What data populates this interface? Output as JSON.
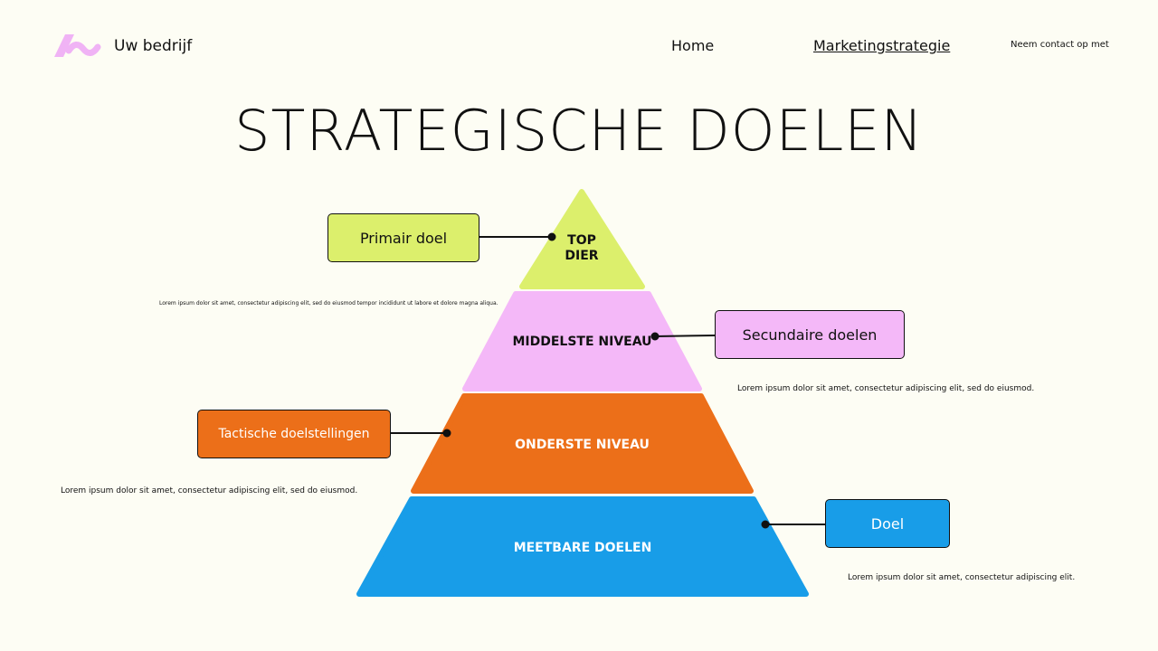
{
  "header": {
    "company": "Uw bedrijf",
    "nav": [
      "Home",
      "Marketingstrategie"
    ],
    "contact": "Neem contact op met"
  },
  "title": "STRATEGISCHE DOELEN",
  "tiers": [
    {
      "label": "TOP\nDIER",
      "color": "#dcef6c",
      "text_color": "#111111"
    },
    {
      "label": "MIDDELSTE NIVEAU",
      "color": "#f4b8f8",
      "text_color": "#111111"
    },
    {
      "label": "ONDERSTE NIVEAU",
      "color": "#ec6f19",
      "text_color": "#ffffff"
    },
    {
      "label": "MEETBARE DOELEN",
      "color": "#189de8",
      "text_color": "#ffffff"
    }
  ],
  "callouts": [
    {
      "label": "Primair doel",
      "color": "#dcef6c"
    },
    {
      "label": "Secundaire doelen",
      "color": "#f4b8f8"
    },
    {
      "label": "Tactische doelstellingen",
      "color": "#ec6f19"
    },
    {
      "label": "Doel",
      "color": "#189de8"
    }
  ],
  "descriptions": [
    "Lorem ipsum dolor sit amet, consectetur adipiscing elit, sed do eiusmod tempor incididunt ut labore et dolore magna aliqua.",
    "Lorem ipsum dolor sit amet, consectetur adipiscing elit, sed do eiusmod.",
    "Lorem ipsum dolor sit amet, consectetur adipiscing elit, sed do eiusmod.",
    "Lorem ipsum dolor sit amet, consectetur adipiscing elit."
  ]
}
